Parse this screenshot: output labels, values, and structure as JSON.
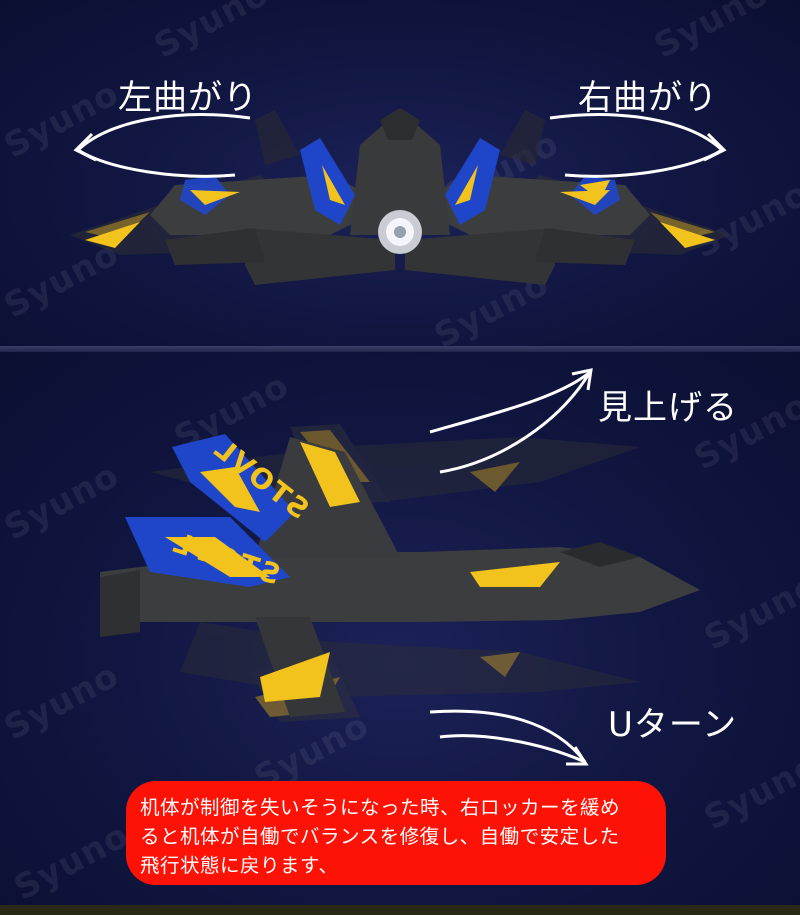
{
  "top_panel": {
    "label_left": "左曲がり",
    "label_right": "右曲がり"
  },
  "bottom_panel": {
    "label_up": "見上げる",
    "label_uturn": "Uターン",
    "tail_text": "STOVL"
  },
  "watermark": "Syuno",
  "callout": {
    "line1": "机体が制御を失いそうになった時、右ロッカーを緩め",
    "line2": "ると机体が自働でバランスを修復し、自働で安定した",
    "line3": "飛行状態に戻ります、"
  },
  "colors": {
    "background": "#0d1136",
    "callout_bg": "#ff1206",
    "jet_body": "#3c3d3f",
    "jet_accent": "#f2c21d",
    "tail_blue": "#1f46c9"
  },
  "icons": [
    "curved-arrow-left-icon",
    "curved-arrow-right-icon",
    "curved-arrow-up-icon",
    "curved-arrow-uturn-icon"
  ]
}
